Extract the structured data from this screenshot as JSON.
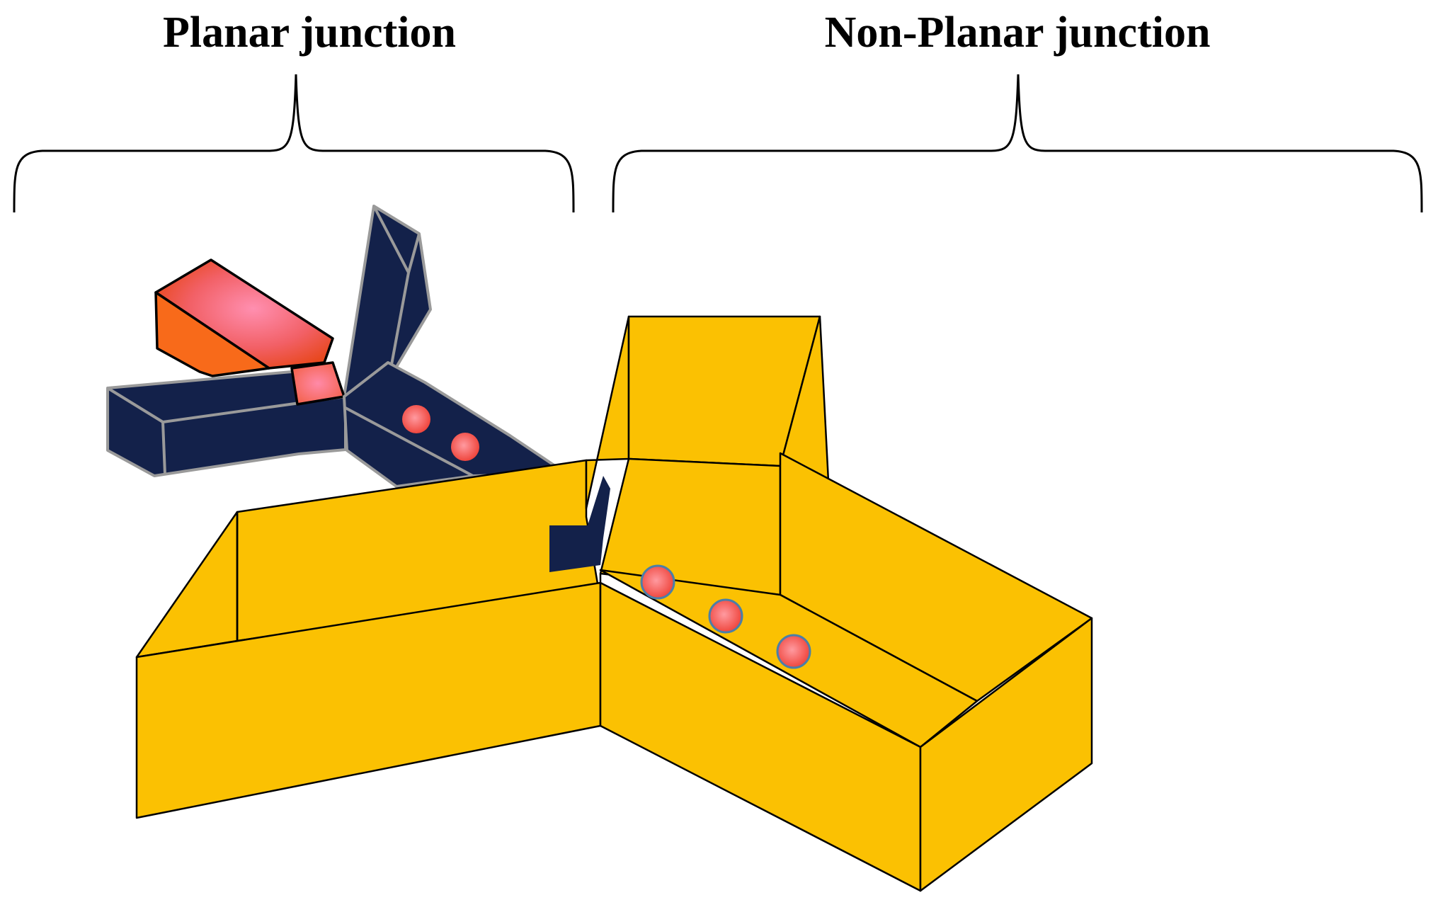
{
  "labels": {
    "planar": "Planar junction",
    "non_planar": "Non-Planar junction"
  },
  "colors": {
    "channel_navy": "#13214a",
    "channel_edge": "#9a9a9a",
    "channel_gold": "#fbc102",
    "block_orange": "#f86a1a",
    "block_pink": "#f77b8a",
    "sphere_red": "#f25a4c"
  },
  "particles": {
    "planar_count": 2,
    "non_planar_count": 3
  }
}
